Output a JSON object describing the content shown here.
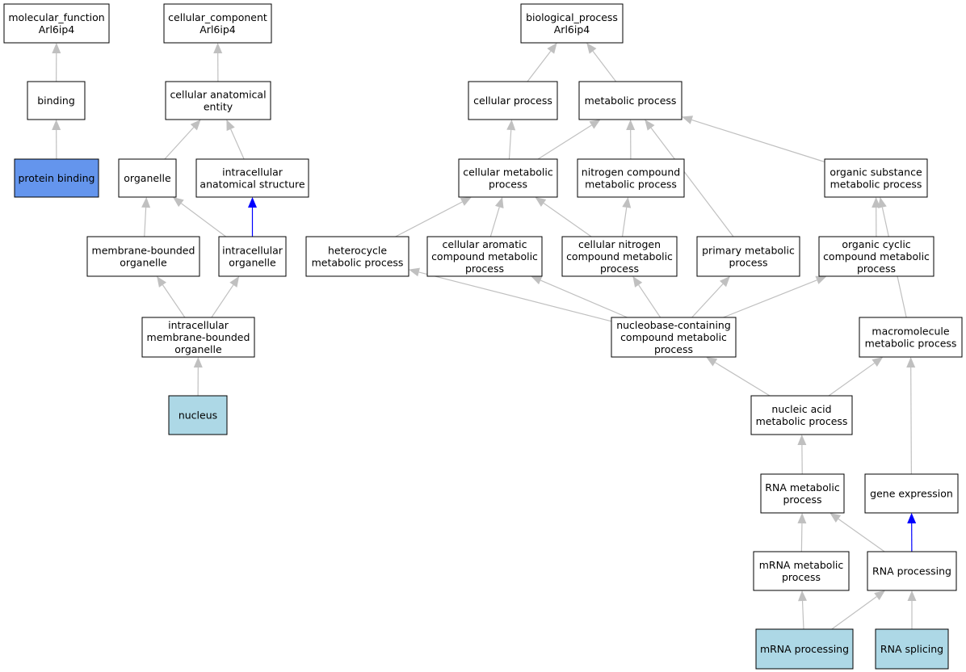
{
  "colors": {
    "node_fill": "#ffffff",
    "highlight_dark": "#6495ed",
    "highlight_light": "#add8e6",
    "edge_is_a": "#c0c0c0",
    "edge_part_of": "#0000ff"
  },
  "nodes": [
    {
      "id": "mf_root",
      "lines": [
        "molecular_function",
        "Arl6ip4"
      ],
      "style": "plain"
    },
    {
      "id": "cc_root",
      "lines": [
        "cellular_component",
        "Arl6ip4"
      ],
      "style": "plain"
    },
    {
      "id": "bp_root",
      "lines": [
        "biological_process",
        "Arl6ip4"
      ],
      "style": "plain"
    },
    {
      "id": "binding",
      "lines": [
        "binding"
      ],
      "style": "plain"
    },
    {
      "id": "protein_binding",
      "lines": [
        "protein binding"
      ],
      "style": "dark"
    },
    {
      "id": "cae",
      "lines": [
        "cellular anatomical",
        "entity"
      ],
      "style": "plain"
    },
    {
      "id": "organelle",
      "lines": [
        "organelle"
      ],
      "style": "plain"
    },
    {
      "id": "ias",
      "lines": [
        "intracellular",
        "anatomical structure"
      ],
      "style": "plain"
    },
    {
      "id": "mbo",
      "lines": [
        "membrane-bounded",
        "organelle"
      ],
      "style": "plain"
    },
    {
      "id": "io",
      "lines": [
        "intracellular",
        "organelle"
      ],
      "style": "plain"
    },
    {
      "id": "imbo",
      "lines": [
        "intracellular",
        "membrane-bounded",
        "organelle"
      ],
      "style": "plain"
    },
    {
      "id": "nucleus",
      "lines": [
        "nucleus"
      ],
      "style": "light"
    },
    {
      "id": "cp",
      "lines": [
        "cellular process"
      ],
      "style": "plain"
    },
    {
      "id": "mp",
      "lines": [
        "metabolic process"
      ],
      "style": "plain"
    },
    {
      "id": "cmp",
      "lines": [
        "cellular metabolic",
        "process"
      ],
      "style": "plain"
    },
    {
      "id": "ncmp",
      "lines": [
        "nitrogen compound",
        "metabolic process"
      ],
      "style": "plain"
    },
    {
      "id": "osmp",
      "lines": [
        "organic substance",
        "metabolic process"
      ],
      "style": "plain"
    },
    {
      "id": "hmp",
      "lines": [
        "heterocycle",
        "metabolic process"
      ],
      "style": "plain"
    },
    {
      "id": "cacmp",
      "lines": [
        "cellular aromatic",
        "compound metabolic",
        "process"
      ],
      "style": "plain"
    },
    {
      "id": "cncmp",
      "lines": [
        "cellular nitrogen",
        "compound metabolic",
        "process"
      ],
      "style": "plain"
    },
    {
      "id": "pmp",
      "lines": [
        "primary metabolic",
        "process"
      ],
      "style": "plain"
    },
    {
      "id": "occmp",
      "lines": [
        "organic cyclic",
        "compound metabolic",
        "process"
      ],
      "style": "plain"
    },
    {
      "id": "nbccmp",
      "lines": [
        "nucleobase-containing",
        "compound metabolic",
        "process"
      ],
      "style": "plain"
    },
    {
      "id": "mmp",
      "lines": [
        "macromolecule",
        "metabolic process"
      ],
      "style": "plain"
    },
    {
      "id": "namp",
      "lines": [
        "nucleic acid",
        "metabolic process"
      ],
      "style": "plain"
    },
    {
      "id": "rnamp",
      "lines": [
        "RNA metabolic",
        "process"
      ],
      "style": "plain"
    },
    {
      "id": "ge",
      "lines": [
        "gene expression"
      ],
      "style": "plain"
    },
    {
      "id": "mrnamp",
      "lines": [
        "mRNA metabolic",
        "process"
      ],
      "style": "plain"
    },
    {
      "id": "rnap",
      "lines": [
        "RNA processing"
      ],
      "style": "plain"
    },
    {
      "id": "mrnap",
      "lines": [
        "mRNA processing"
      ],
      "style": "light"
    },
    {
      "id": "rnas",
      "lines": [
        "RNA splicing"
      ],
      "style": "light"
    }
  ],
  "edges": [
    {
      "from": "binding",
      "to": "mf_root",
      "type": "is_a"
    },
    {
      "from": "protein_binding",
      "to": "binding",
      "type": "is_a"
    },
    {
      "from": "cae",
      "to": "cc_root",
      "type": "is_a"
    },
    {
      "from": "organelle",
      "to": "cae",
      "type": "is_a"
    },
    {
      "from": "ias",
      "to": "cae",
      "type": "is_a"
    },
    {
      "from": "mbo",
      "to": "organelle",
      "type": "is_a"
    },
    {
      "from": "io",
      "to": "organelle",
      "type": "is_a"
    },
    {
      "from": "io",
      "to": "ias",
      "type": "part_of"
    },
    {
      "from": "imbo",
      "to": "mbo",
      "type": "is_a"
    },
    {
      "from": "imbo",
      "to": "io",
      "type": "is_a"
    },
    {
      "from": "nucleus",
      "to": "imbo",
      "type": "is_a"
    },
    {
      "from": "cp",
      "to": "bp_root",
      "type": "is_a"
    },
    {
      "from": "mp",
      "to": "bp_root",
      "type": "is_a"
    },
    {
      "from": "cmp",
      "to": "cp",
      "type": "is_a"
    },
    {
      "from": "cmp",
      "to": "mp",
      "type": "is_a"
    },
    {
      "from": "ncmp",
      "to": "mp",
      "type": "is_a"
    },
    {
      "from": "osmp",
      "to": "mp",
      "type": "is_a"
    },
    {
      "from": "pmp",
      "to": "mp",
      "type": "is_a"
    },
    {
      "from": "hmp",
      "to": "cmp",
      "type": "is_a"
    },
    {
      "from": "cacmp",
      "to": "cmp",
      "type": "is_a"
    },
    {
      "from": "cncmp",
      "to": "cmp",
      "type": "is_a"
    },
    {
      "from": "cncmp",
      "to": "ncmp",
      "type": "is_a"
    },
    {
      "from": "occmp",
      "to": "osmp",
      "type": "is_a"
    },
    {
      "from": "mmp",
      "to": "osmp",
      "type": "is_a"
    },
    {
      "from": "nbccmp",
      "to": "hmp",
      "type": "is_a"
    },
    {
      "from": "nbccmp",
      "to": "cacmp",
      "type": "is_a"
    },
    {
      "from": "nbccmp",
      "to": "cncmp",
      "type": "is_a"
    },
    {
      "from": "nbccmp",
      "to": "pmp",
      "type": "is_a"
    },
    {
      "from": "nbccmp",
      "to": "occmp",
      "type": "is_a"
    },
    {
      "from": "namp",
      "to": "nbccmp",
      "type": "is_a"
    },
    {
      "from": "namp",
      "to": "mmp",
      "type": "is_a"
    },
    {
      "from": "rnamp",
      "to": "namp",
      "type": "is_a"
    },
    {
      "from": "ge",
      "to": "mmp",
      "type": "is_a"
    },
    {
      "from": "mrnamp",
      "to": "rnamp",
      "type": "is_a"
    },
    {
      "from": "rnap",
      "to": "rnamp",
      "type": "is_a"
    },
    {
      "from": "rnap",
      "to": "ge",
      "type": "part_of"
    },
    {
      "from": "mrnap",
      "to": "mrnamp",
      "type": "is_a"
    },
    {
      "from": "mrnap",
      "to": "rnap",
      "type": "is_a"
    },
    {
      "from": "rnas",
      "to": "rnap",
      "type": "is_a"
    }
  ]
}
